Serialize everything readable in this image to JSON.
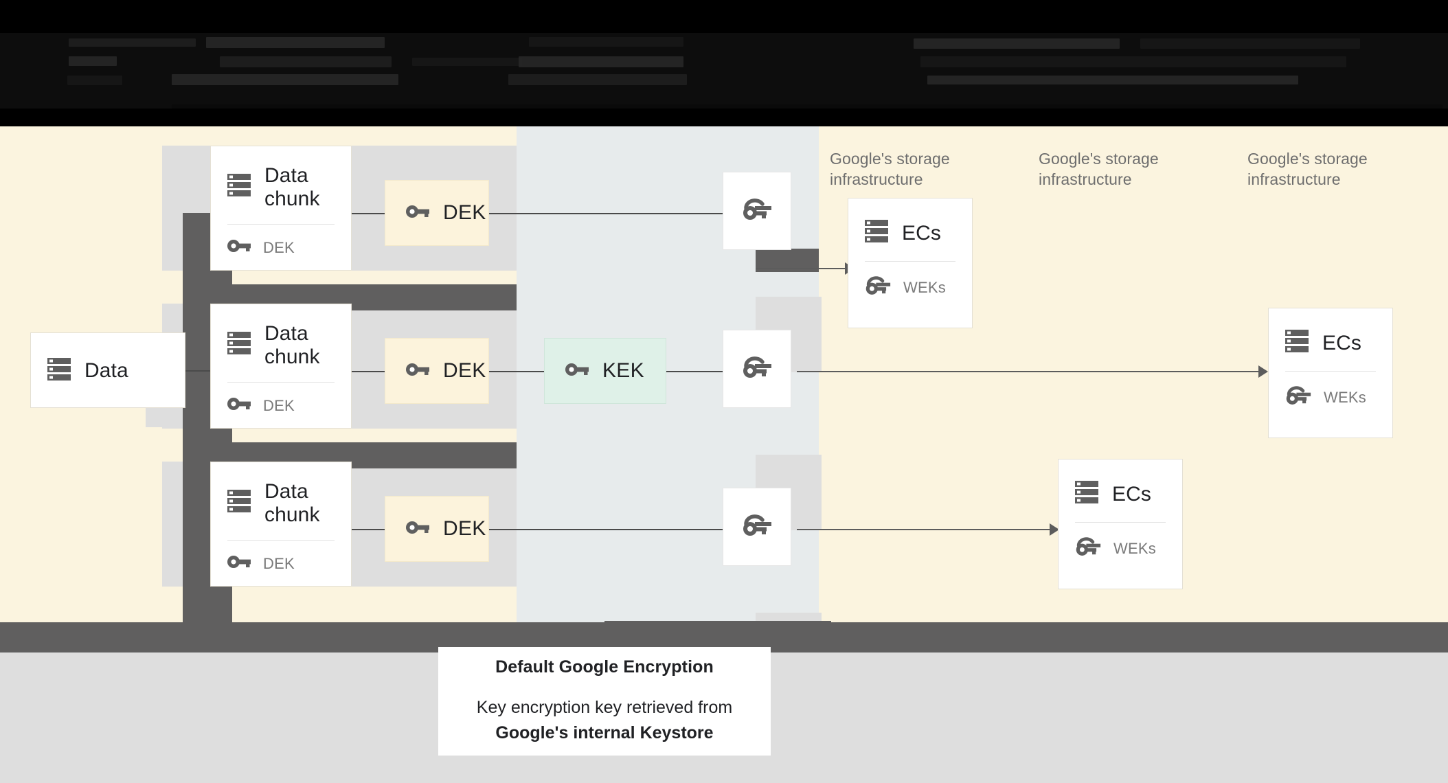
{
  "header": {
    "obscured": true,
    "note": "redacted dark header bar"
  },
  "diagram": {
    "title": "Default Google Encryption data flow",
    "source_card": {
      "label": "Data",
      "icon": "server-icon"
    },
    "chunks": [
      {
        "title": "Data chunk",
        "key_label": "DEK",
        "key_icon": "key-icon",
        "icon": "server-icon"
      },
      {
        "title": "Data chunk",
        "key_label": "DEK",
        "key_icon": "key-icon",
        "icon": "server-icon"
      },
      {
        "title": "Data chunk",
        "key_label": "DEK",
        "key_icon": "key-icon",
        "icon": "server-icon"
      }
    ],
    "deks": [
      {
        "label": "DEK",
        "icon": "key-icon",
        "color": "#FCF3DC"
      },
      {
        "label": "DEK",
        "icon": "key-icon",
        "color": "#FCF3DC"
      },
      {
        "label": "DEK",
        "icon": "key-icon",
        "color": "#FCF3DC"
      }
    ],
    "kek": {
      "label": "KEK",
      "icon": "key-icon",
      "color": "#DFF1E8"
    },
    "wrapped_keys": [
      {
        "icon": "wrapped-key-icon"
      },
      {
        "icon": "wrapped-key-icon"
      },
      {
        "icon": "wrapped-key-icon"
      }
    ],
    "infra_labels": [
      "Google's storage\ninfrastructure",
      "Google's storage\ninfrastructure",
      "Google's storage\ninfrastructure"
    ],
    "ec_cards": [
      {
        "title": "ECs",
        "key_label": "WEKs",
        "icon": "server-icon",
        "key_icon": "wrapped-key-icon"
      },
      {
        "title": "ECs",
        "key_label": "WEKs",
        "icon": "server-icon",
        "key_icon": "wrapped-key-icon"
      },
      {
        "title": "ECs",
        "key_label": "WEKs",
        "icon": "server-icon",
        "key_icon": "wrapped-key-icon"
      }
    ]
  },
  "caption": {
    "title": "Default Google Encryption",
    "body_prefix": "Key encryption key retrieved from",
    "body_bold": "Google's internal Keystore"
  },
  "colors": {
    "canvas_cream": "#FBF4DF",
    "band_blue_gray": "#E7EBEC",
    "plate_gray": "#DEDEDE",
    "redact_dark": "#605F5F",
    "dek_fill": "#FCF3DC",
    "kek_fill": "#DFF1E8",
    "icon_gray": "#5F5F5F",
    "text_dark": "#202124",
    "text_muted": "#7A7A7A"
  }
}
